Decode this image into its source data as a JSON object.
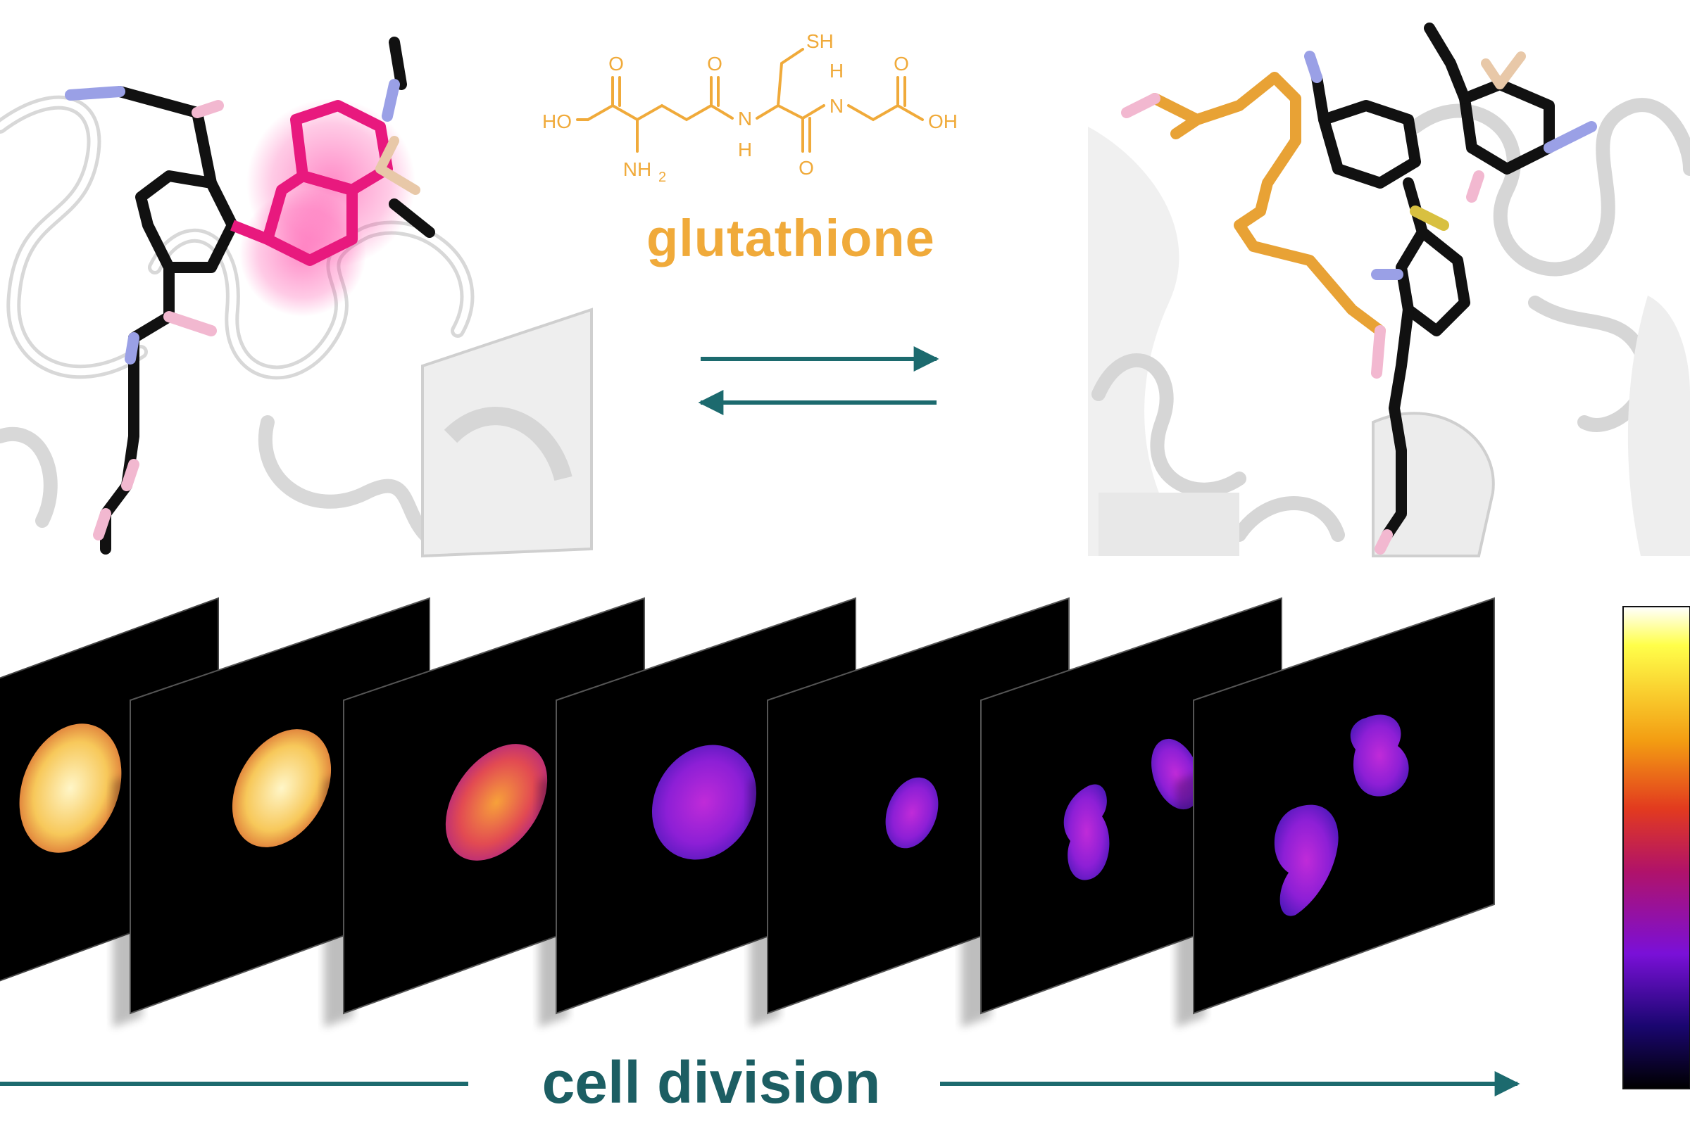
{
  "molecule": {
    "name": "glutathione",
    "atom_labels": {
      "o1": "O",
      "ho": "HO",
      "nh2": "NH",
      "nh2_sub": "2",
      "o2": "O",
      "n1": "N",
      "h1": "H",
      "sh": "SH",
      "h2": "H",
      "n2": "N",
      "o3": "O",
      "o4": "O",
      "oh": "OH"
    },
    "color": "#f0aa3a"
  },
  "arrows": {
    "color": "#1c6a6e",
    "directions": [
      "forward",
      "reverse"
    ]
  },
  "cell_division": {
    "label": "cell division",
    "label_color": "#1c5e63",
    "frames": [
      {
        "intensity": "high",
        "nuclei": 1
      },
      {
        "intensity": "high",
        "nuclei": 1
      },
      {
        "intensity": "medium",
        "nuclei": 1
      },
      {
        "intensity": "low",
        "nuclei": 1
      },
      {
        "intensity": "low",
        "nuclei": 1
      },
      {
        "intensity": "low",
        "nuclei": 2
      },
      {
        "intensity": "low",
        "nuclei": 2
      }
    ]
  },
  "colorbar": {
    "colormap": "inferno-like",
    "stops": [
      "#ffffff",
      "#ffff3a",
      "#f39c12",
      "#d4203c",
      "#8b00d6",
      "#2a0080",
      "#000000"
    ]
  },
  "protein_panels": {
    "left": {
      "ligand_color": "#111111",
      "highlight_color": "#e8197e"
    },
    "right": {
      "ligand_color": "#111111",
      "glutathione_color": "#e8a235"
    }
  }
}
